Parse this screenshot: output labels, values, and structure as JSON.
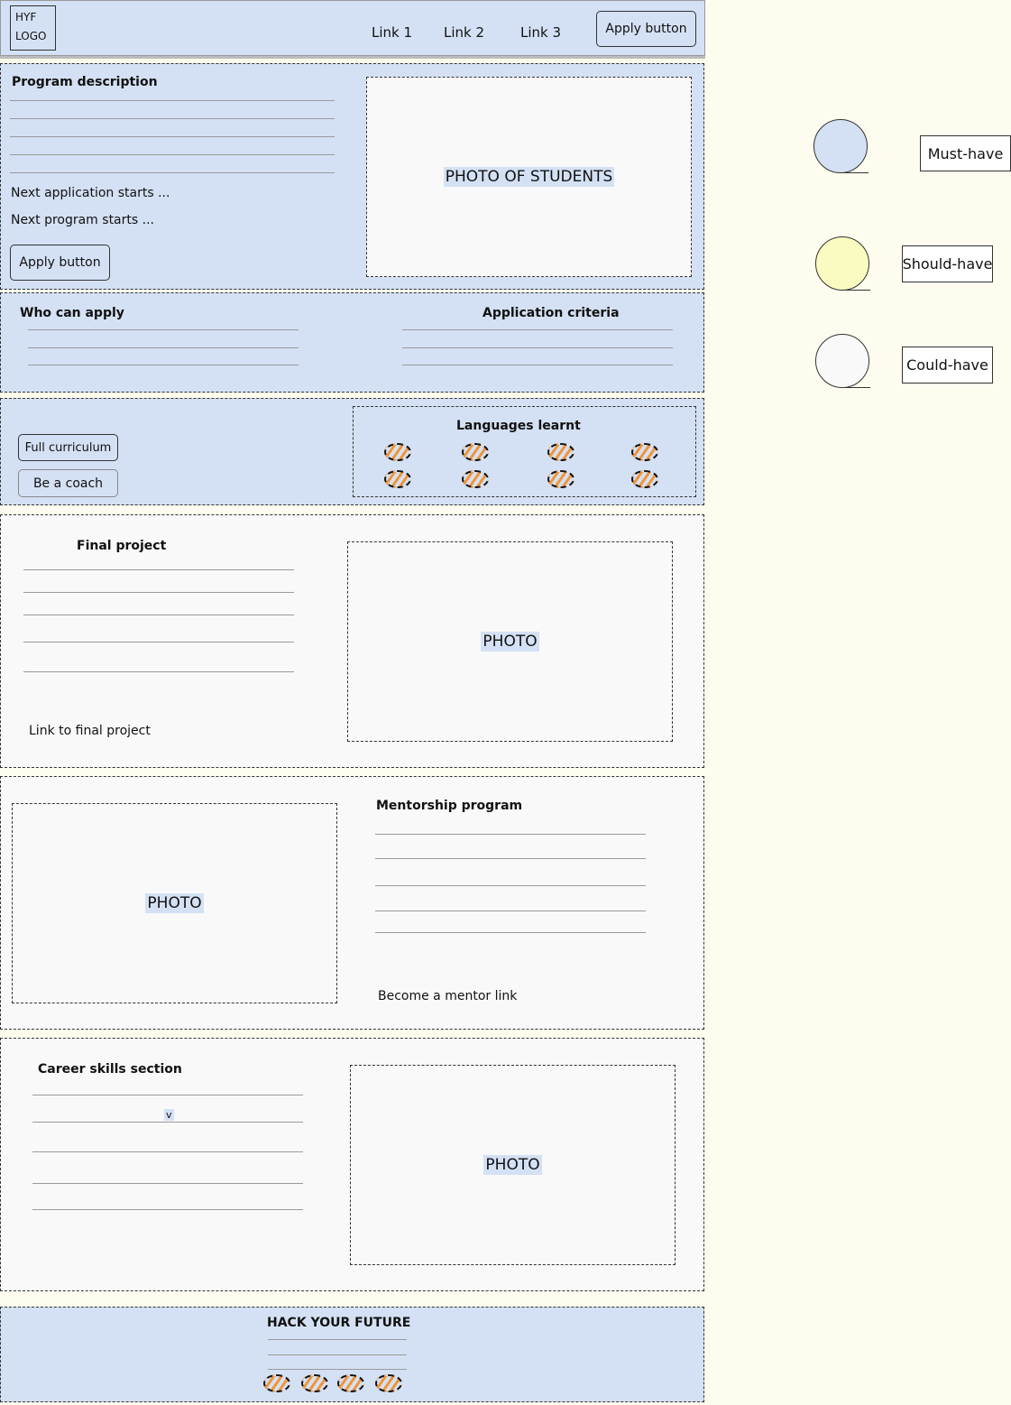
{
  "header": {
    "logo": "HYF\nLOGO",
    "links": [
      "Link 1",
      "Link 2",
      "Link 3"
    ],
    "apply_button": "Apply button"
  },
  "hero": {
    "title": "Program description",
    "next_application": "Next application starts ...",
    "next_program": "Next program starts ...",
    "apply_button": "Apply button",
    "photo_label": "PHOTO OF STUDENTS"
  },
  "apply_info": {
    "who_title": "Who can apply",
    "criteria_title": "Application criteria"
  },
  "curriculum": {
    "full_curriculum": "Full curriculum",
    "be_a_coach": "Be a coach",
    "languages_title": "Languages learnt"
  },
  "final_project": {
    "title": "Final project",
    "link": "Link to final project",
    "photo_label": "PHOTO"
  },
  "mentorship": {
    "title": "Mentorship program",
    "link": "Become a mentor link",
    "photo_label": "PHOTO"
  },
  "career": {
    "title": "Career skills section",
    "marker": "v",
    "photo_label": "PHOTO"
  },
  "footer": {
    "title": "HACK YOUR FUTURE"
  },
  "legend": {
    "items": [
      {
        "label": "Must-have",
        "color": "#d4e1f4"
      },
      {
        "label": "Should-have",
        "color": "#fafbc0"
      },
      {
        "label": "Could-have",
        "color": "#f9f9f9"
      }
    ]
  },
  "colors": {
    "must_have": "#d4e1f4",
    "should_have": "#fafbc0",
    "could_have": "#f9f9f9",
    "hatch_accent": "#f29436",
    "background": "#fefcee"
  }
}
